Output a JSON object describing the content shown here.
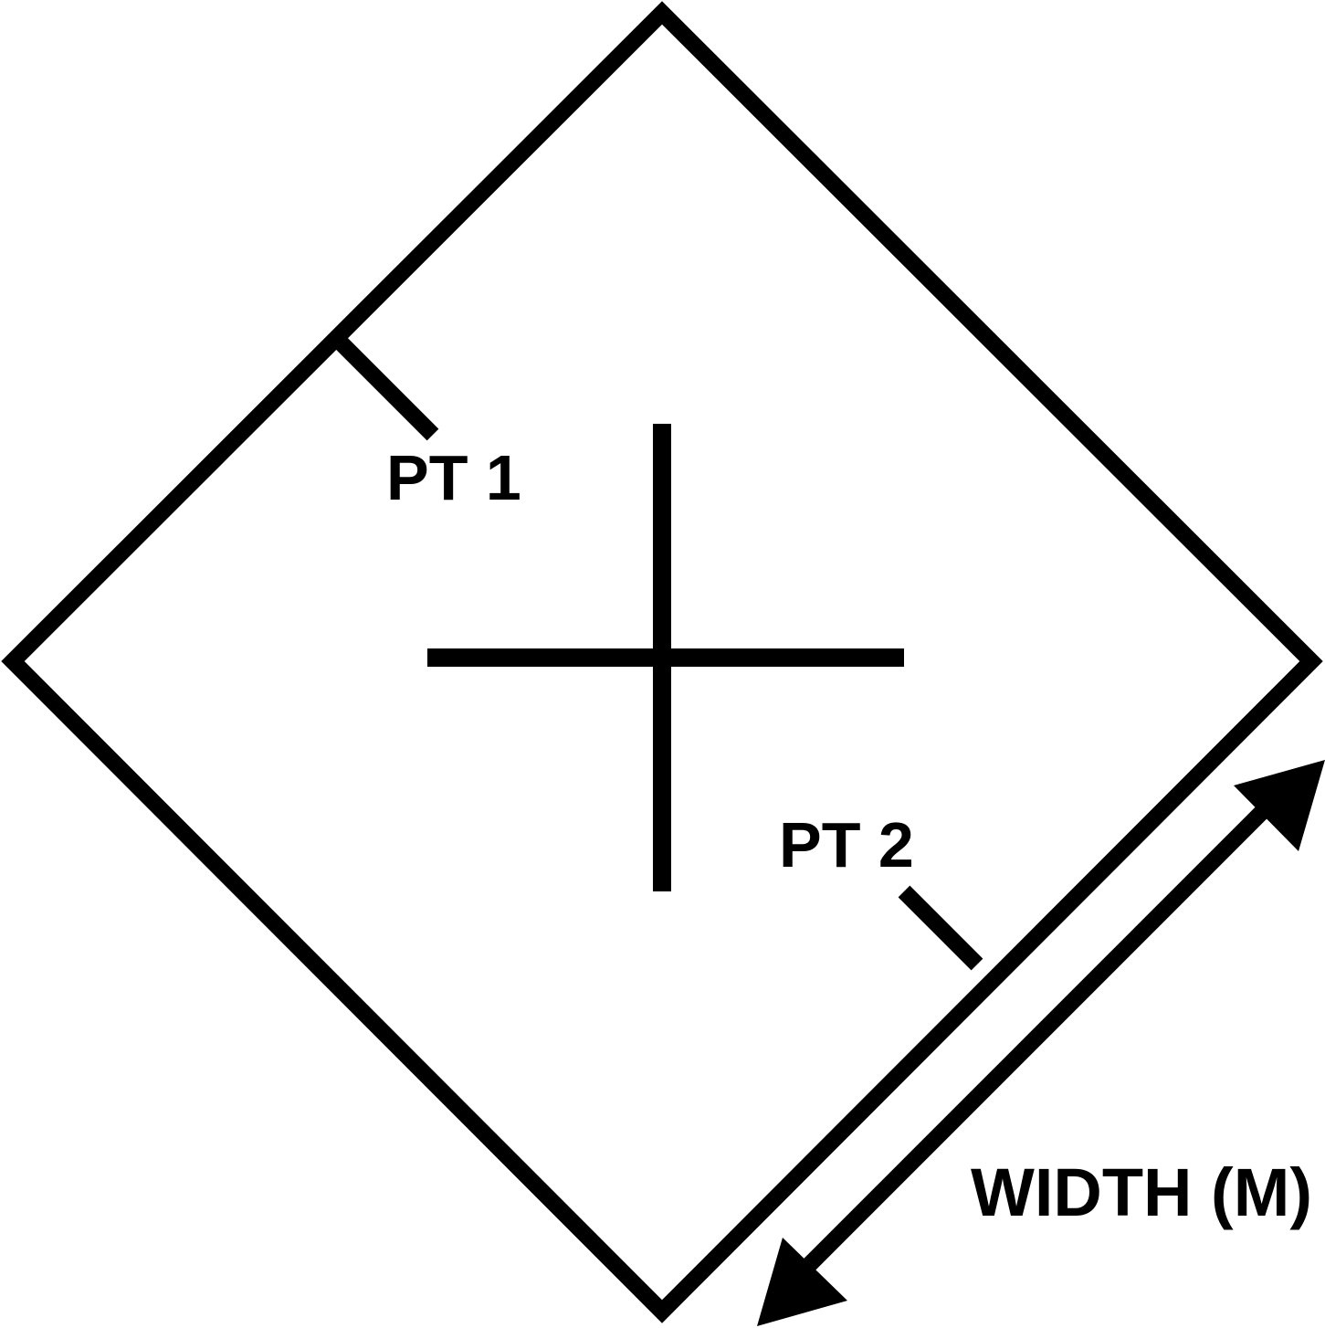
{
  "diagram": {
    "labels": {
      "point_1": "PT 1",
      "point_2": "PT 2",
      "width": "WIDTH (M)"
    },
    "colors": {
      "stroke": "#000000",
      "background": "#ffffff"
    }
  }
}
